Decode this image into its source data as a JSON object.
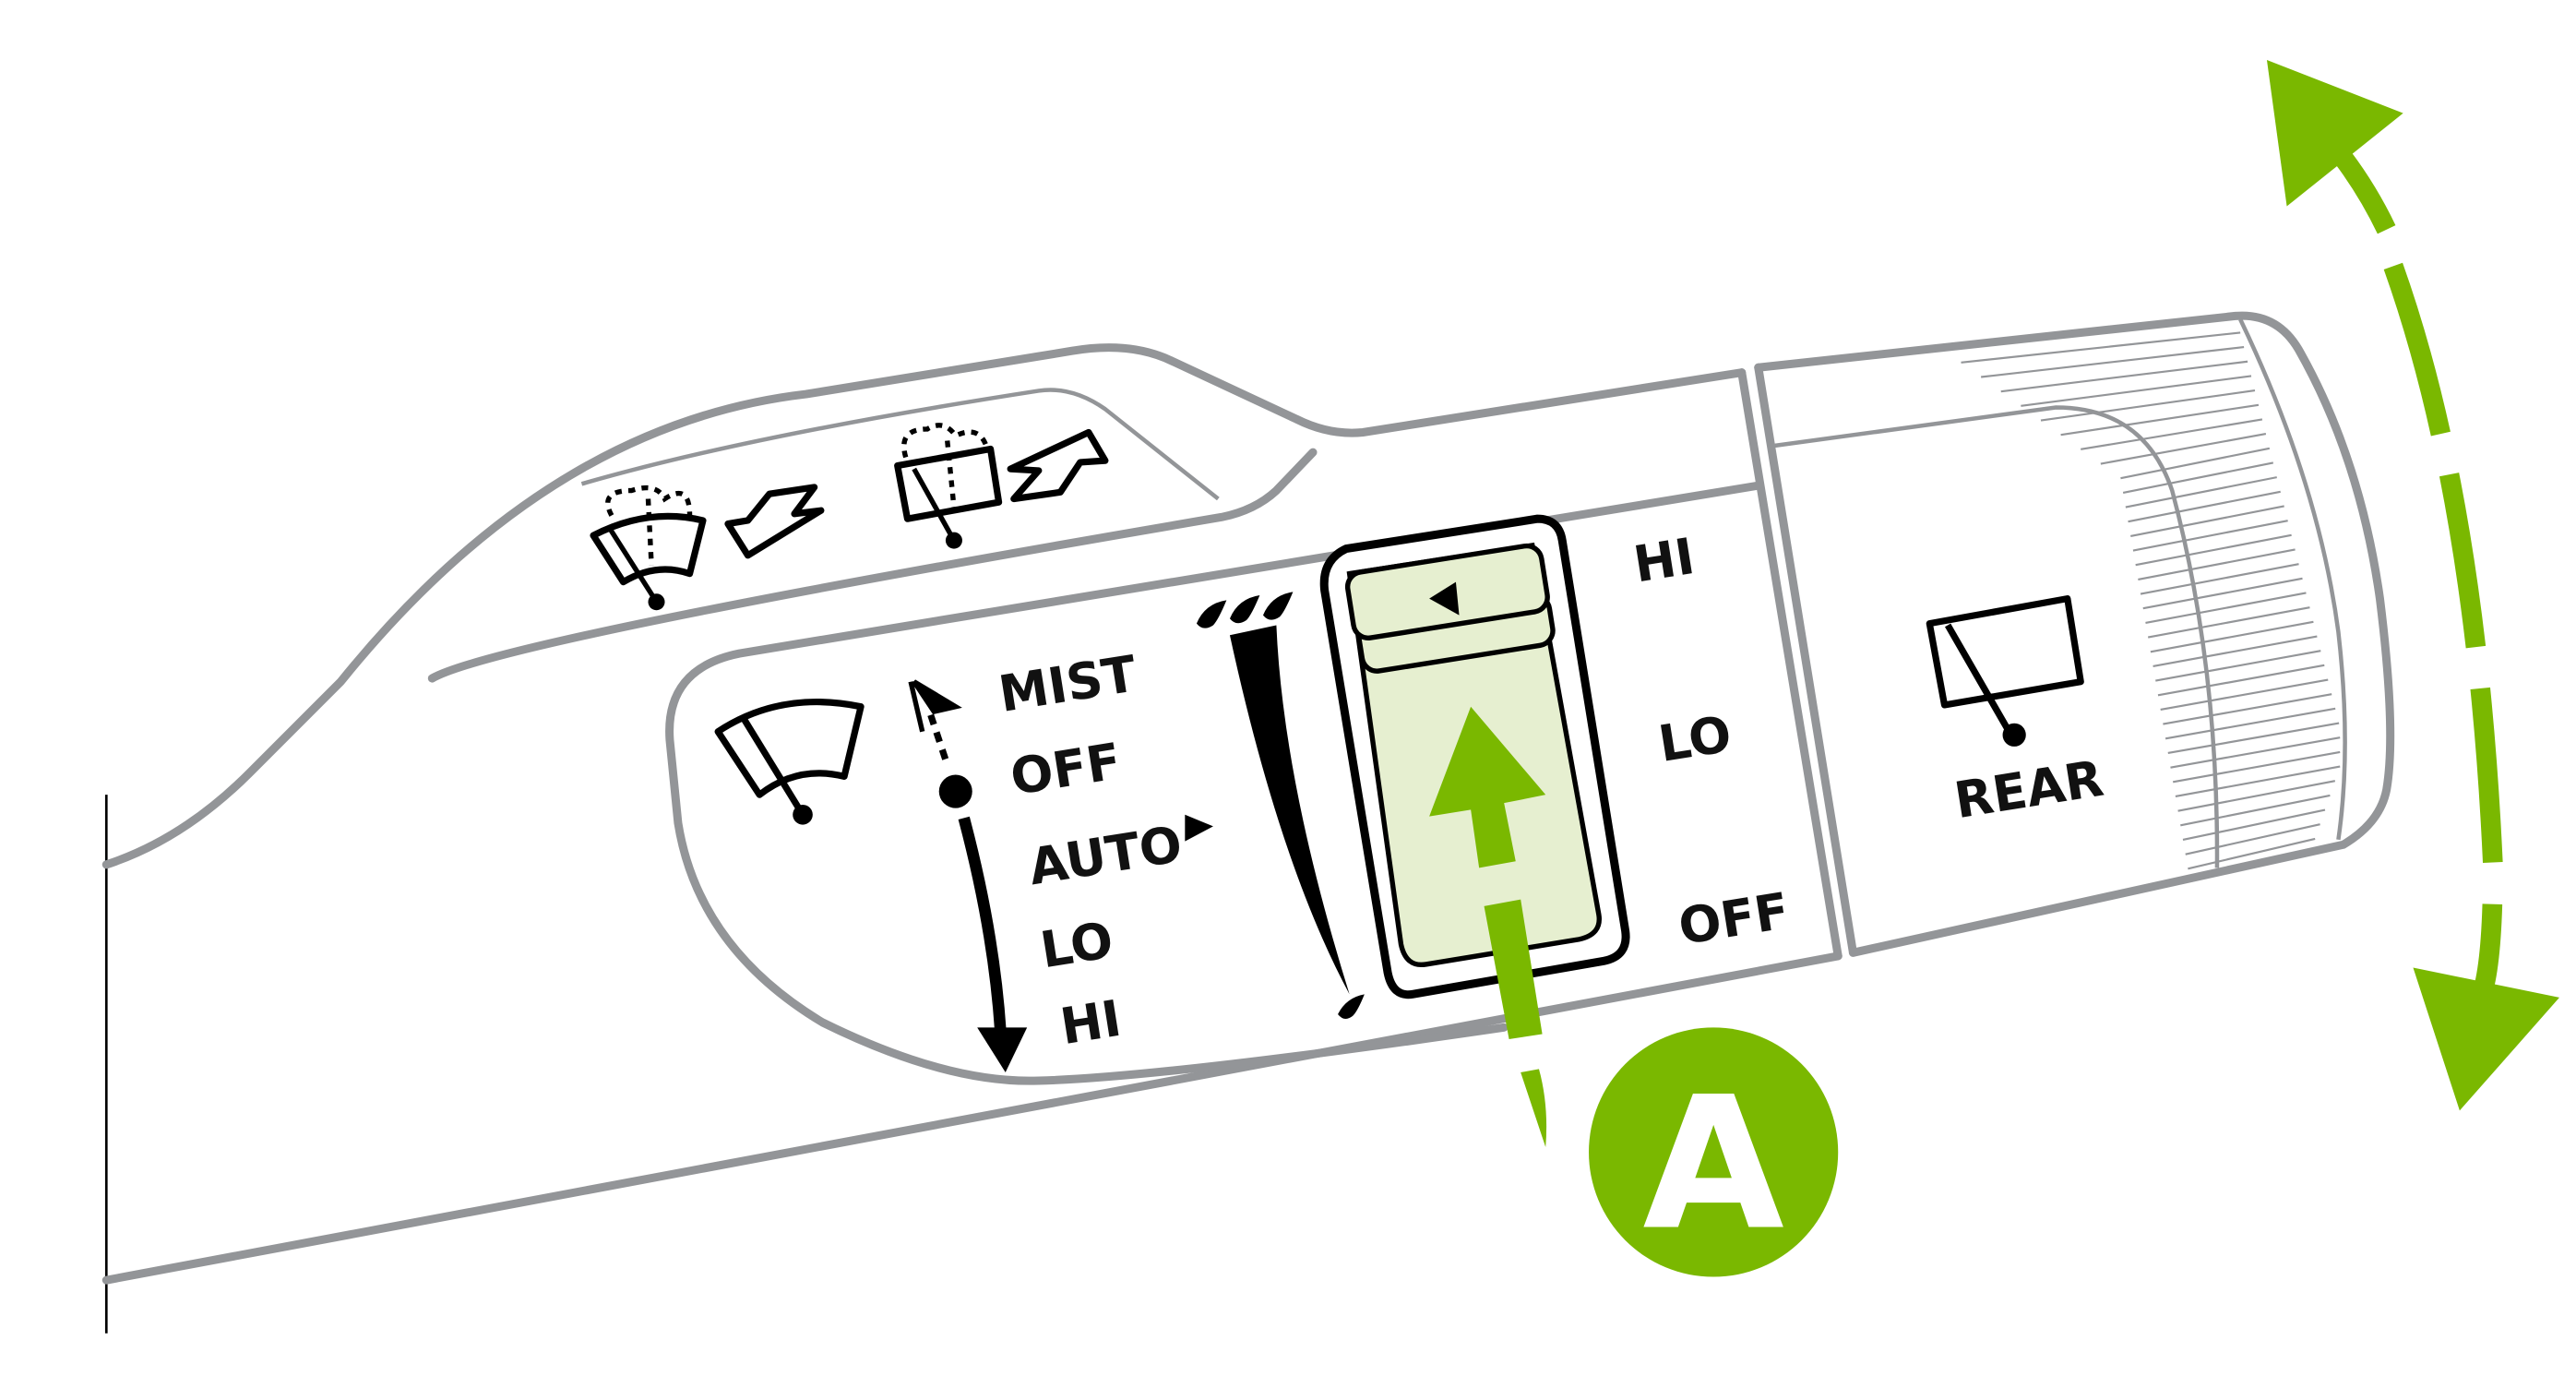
{
  "diagram": {
    "title": "Windshield wiper lever",
    "front_wiper_labels": [
      "MIST",
      "OFF",
      "AUTO",
      "LO",
      "HI"
    ],
    "intermittent_labels": [
      "HI",
      "LO",
      "OFF"
    ],
    "rear_label": "REAR",
    "callout": "A",
    "colors": {
      "accent": "#7ab800",
      "highlight": "#e6efd0",
      "body_outline": "#939598",
      "ink": "#000000"
    }
  }
}
